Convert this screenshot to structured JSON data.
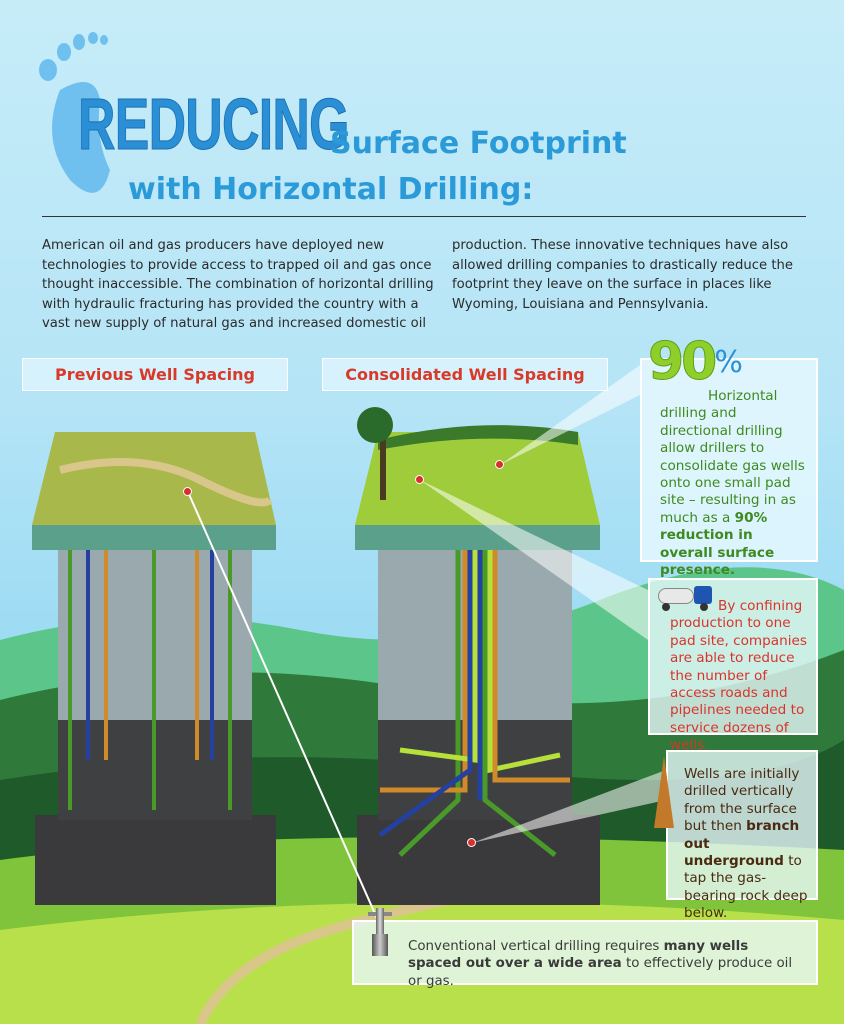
{
  "header": {
    "title_big": "REDUCING",
    "title_line2": "Surface Footprint",
    "title_line3": "with Horizontal Drilling:"
  },
  "intro": {
    "col1": "American oil and gas producers have deployed new technologies to provide access to trapped oil and gas once thought inaccessible. The combination of horizontal drilling with hydraulic fracturing has provided the country with a vast new supply of natural gas and increased domestic oil",
    "col2": "production. These innovative techniques have also allowed drilling companies to drastically reduce the footprint they leave on the surface in places like Wyoming, Louisiana and Pennsylvania."
  },
  "labels": {
    "previous": "Previous Well Spacing",
    "consolidated": "Consolidated Well Spacing"
  },
  "callouts": {
    "pct_number": "90",
    "pct_sign": "%",
    "c1_text": "Horizontal drilling and directional drilling allow drillers to consolidate gas wells onto one small pad site – resulting in as much as a ",
    "c1_bold": "90% reduction in overall surface presence.",
    "c2_text": "By confining production to one pad site, companies are able to reduce the number of access roads and pipelines needed to service dozens of wells.",
    "c3_a": "Wells are initially drilled vertically from the surface but then ",
    "c3_bold": "branch out underground",
    "c3_b": " to tap the gas-bearing rock deep below.",
    "c4_a": "Conventional vertical drilling requires ",
    "c4_bold": "many wells spaced out over a wide area",
    "c4_b": " to effectively produce oil or gas."
  },
  "colors": {
    "title": "#2b8fd6",
    "label_red": "#d83a2a",
    "green_text": "#3e8a1e",
    "red_text": "#d9342c",
    "brown_text": "#4a2a10"
  }
}
